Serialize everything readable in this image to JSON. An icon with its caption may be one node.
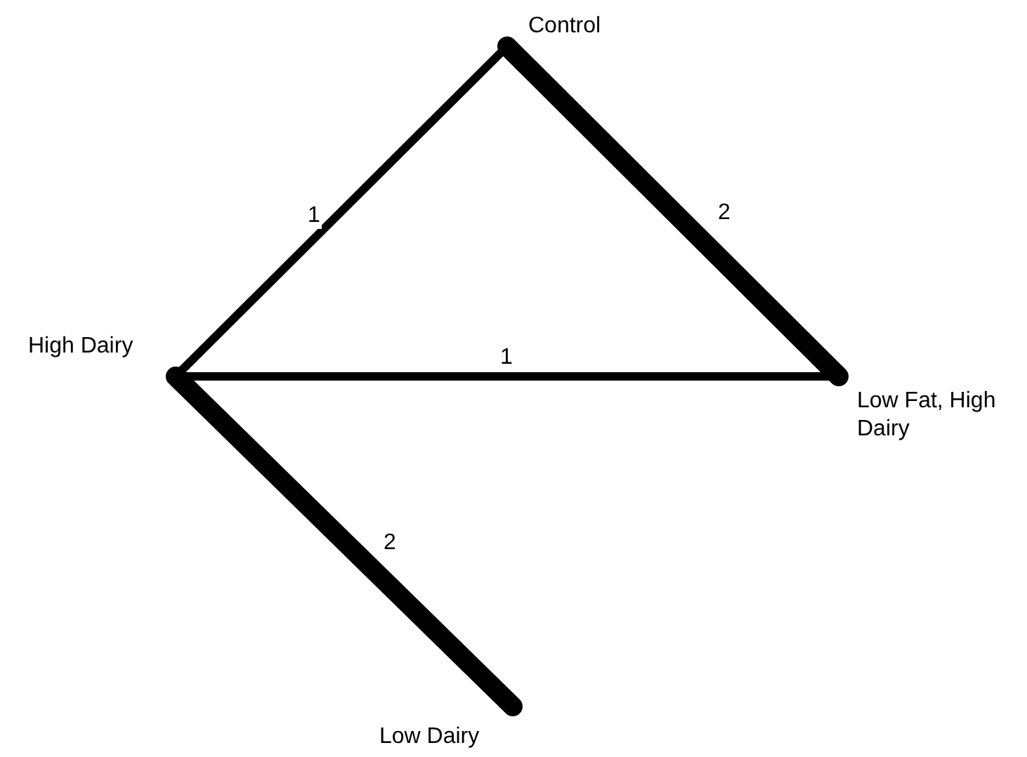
{
  "diagram": {
    "nodes": [
      {
        "text": [
          "Control"
        ]
      },
      {
        "text": [
          "High Dairy"
        ]
      },
      {
        "text": [
          "Low Fat, High Dairy"
        ]
      },
      {
        "text": [
          "Low Dairy"
        ]
      }
    ],
    "edges": [
      {
        "from": 0,
        "to": 1,
        "arrow": "none",
        "label": "1"
      },
      {
        "from": 0,
        "to": 2,
        "arrow": "none",
        "label": "2",
        "style": "thick"
      },
      {
        "from": 1,
        "to": 2,
        "arrow": "none",
        "label": "1"
      },
      {
        "from": 1,
        "to": 3,
        "arrow": "none",
        "label": "2",
        "style": "thick"
      }
    ]
  }
}
